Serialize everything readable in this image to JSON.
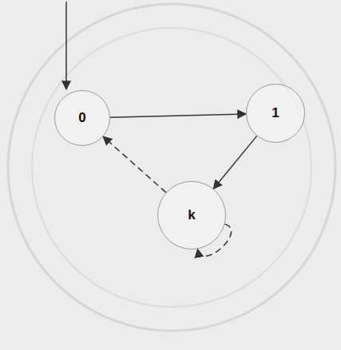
{
  "diagram": {
    "nodes": [
      {
        "text": [
          "0"
        ]
      },
      {
        "text": [
          "1"
        ]
      },
      {
        "text": [
          "k"
        ]
      }
    ],
    "edges": [
      {
        "from": 0,
        "to": 1,
        "arrow": "to"
      },
      {
        "from": 1,
        "to": 2,
        "arrow": "to"
      },
      {
        "from": 2,
        "to": 0,
        "arrow": "to"
      },
      {
        "from": 2,
        "to": 2,
        "arrow": "to"
      }
    ]
  }
}
